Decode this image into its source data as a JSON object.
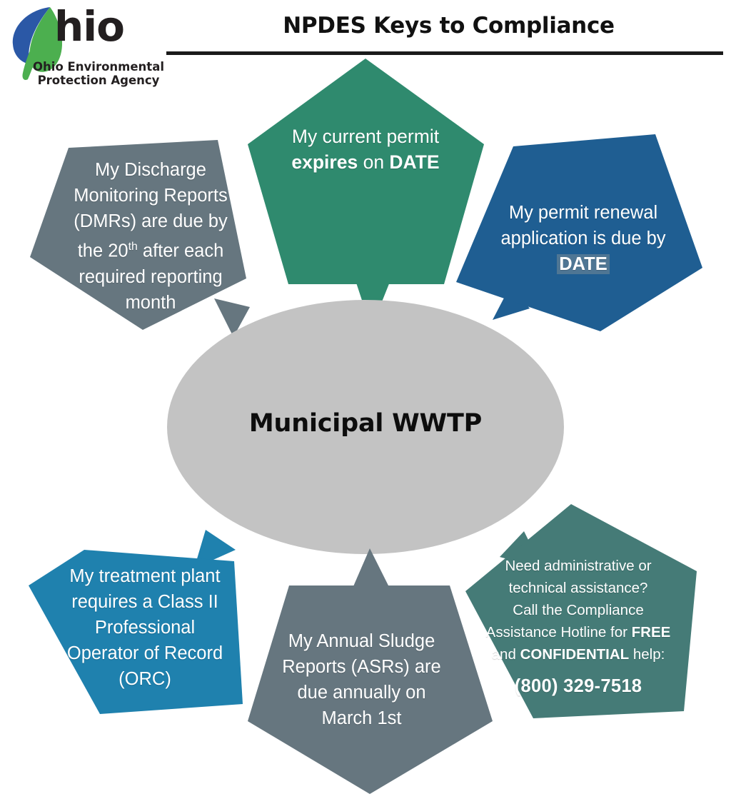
{
  "logo": {
    "wordmark": "hio",
    "subtitle": "Ohio Environmental Protection Agency",
    "leaf_blue": "#2b58a6",
    "leaf_green": "#4caf4f"
  },
  "header": {
    "title": "NPDES Keys to Compliance"
  },
  "center": {
    "label": "Municipal WWTP",
    "fill": "#c3c3c3",
    "text_color": "#0d0d0d"
  },
  "colors": {
    "green": "#2f8a6e",
    "slate": "#66767f",
    "dark_blue": "#1f5e92",
    "cyan_blue": "#1f81ae",
    "teal": "#457b77",
    "date_highlight": "#4f7694",
    "background": "#ffffff",
    "rule": "#1a1a1a"
  },
  "nodes": [
    {
      "id": "permit-expiration",
      "position": "top",
      "fill": "#2f8a6e",
      "lines": [
        [
          {
            "t": "My current permit",
            "b": false
          }
        ],
        [
          {
            "t": "expires",
            "b": true
          },
          {
            "t": " on ",
            "b": false
          },
          {
            "t": "DATE",
            "b": true
          }
        ]
      ],
      "plain_text": "My current permit expires on DATE"
    },
    {
      "id": "discharge-monitoring-reports",
      "position": "left",
      "fill": "#66767f",
      "lines": [
        [
          {
            "t": "My Discharge",
            "b": false
          }
        ],
        [
          {
            "t": "Monitoring Reports",
            "b": false
          }
        ],
        [
          {
            "t": "(DMRs) are due by",
            "b": false
          }
        ],
        [
          {
            "t": "the 20",
            "b": false
          },
          {
            "t": "th",
            "b": false,
            "sup": true
          },
          {
            "t": " after each",
            "b": false
          }
        ],
        [
          {
            "t": "required reporting",
            "b": false
          }
        ],
        [
          {
            "t": "month",
            "b": false
          }
        ]
      ],
      "plain_text": "My Discharge Monitoring Reports (DMRs) are due by the 20th after each required reporting month"
    },
    {
      "id": "permit-renewal-application",
      "position": "right",
      "fill": "#1f5e92",
      "lines": [
        [
          {
            "t": "My permit renewal",
            "b": false
          }
        ],
        [
          {
            "t": "application is due by",
            "b": false
          }
        ],
        [
          {
            "t": "DATE",
            "b": true,
            "hl": true
          }
        ]
      ],
      "plain_text": "My permit renewal application is due by DATE"
    },
    {
      "id": "operator-of-record",
      "position": "bottom-left",
      "fill": "#1f81ae",
      "lines": [
        [
          {
            "t": "My treatment plant",
            "b": false
          }
        ],
        [
          {
            "t": "requires a Class II",
            "b": false
          }
        ],
        [
          {
            "t": "Professional",
            "b": false
          }
        ],
        [
          {
            "t": "Operator of Record",
            "b": false
          }
        ],
        [
          {
            "t": "(ORC)",
            "b": false
          }
        ]
      ],
      "plain_text": "My treatment plant requires a Class II Professional Operator of Record (ORC)"
    },
    {
      "id": "annual-sludge-reports",
      "position": "bottom-center",
      "fill": "#66767f",
      "lines": [
        [
          {
            "t": "My Annual Sludge",
            "b": false
          }
        ],
        [
          {
            "t": "Reports (ASRs) are",
            "b": false
          }
        ],
        [
          {
            "t": "due annually on",
            "b": false
          }
        ],
        [
          {
            "t": "March 1st",
            "b": false
          }
        ]
      ],
      "plain_text": "My Annual Sludge Reports (ASRs) are due annually on March 1st"
    },
    {
      "id": "compliance-assistance-hotline",
      "position": "bottom-right",
      "fill": "#457b77",
      "lines": [
        [
          {
            "t": "Need administrative or",
            "b": false
          }
        ],
        [
          {
            "t": "technical assistance?",
            "b": false
          }
        ],
        [
          {
            "t": "Call the Compliance",
            "b": false
          }
        ],
        [
          {
            "t": "Assistance Hotline for ",
            "b": false
          },
          {
            "t": "FREE",
            "b": true
          }
        ],
        [
          {
            "t": "and ",
            "b": false
          },
          {
            "t": "CONFIDENTIAL",
            "b": true
          },
          {
            "t": " help:",
            "b": false
          }
        ]
      ],
      "phone": "(800) 329-7518",
      "plain_text": "Need administrative or technical assistance? Call the Compliance Assistance Hotline for FREE and CONFIDENTIAL help: (800) 329-7518"
    }
  ]
}
